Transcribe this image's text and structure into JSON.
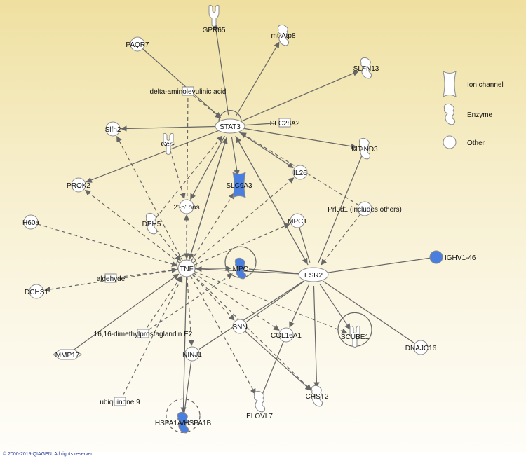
{
  "colors": {
    "edge": "#666666",
    "node_fill": "#ffffff",
    "node_stroke": "#8a8a8a",
    "highlight": "#4a7fe0"
  },
  "nodes": [
    {
      "id": "stat3",
      "label": "STAT3",
      "shape": "ellipse"
    },
    {
      "id": "tnf",
      "label": "TNF",
      "shape": "circle"
    },
    {
      "id": "esr2",
      "label": "ESR2",
      "shape": "ellipse"
    },
    {
      "id": "mpo",
      "label": "MPO",
      "shape": "enzyme",
      "highlight": true
    },
    {
      "id": "slc9a3",
      "label": "SLC9A3",
      "shape": "ionchannel",
      "highlight": true
    },
    {
      "id": "hspa",
      "label": "HSPA1A/HSPA1B",
      "shape": "enzyme",
      "highlight": true
    },
    {
      "id": "ighv",
      "label": "IGHV1-46",
      "shape": "circle",
      "highlight": true
    },
    {
      "id": "gpr65",
      "label": "GPR65",
      "shape": "receptor"
    },
    {
      "id": "mtatp8",
      "label": "mt-Atp8",
      "shape": "enzyme"
    },
    {
      "id": "paqr7",
      "label": "PAQR7",
      "shape": "circle"
    },
    {
      "id": "slfn13",
      "label": "SLFN13",
      "shape": "enzyme"
    },
    {
      "id": "dala",
      "label": "delta-aminolevulinic acid",
      "shape": "rect"
    },
    {
      "id": "slfn2",
      "label": "Slfn2",
      "shape": "circle"
    },
    {
      "id": "ccr2",
      "label": "Ccr2",
      "shape": "receptor"
    },
    {
      "id": "slc28a2",
      "label": "SLC28A2",
      "shape": "rect"
    },
    {
      "id": "mtnd3",
      "label": "MT-ND3",
      "shape": "enzyme"
    },
    {
      "id": "il26",
      "label": "IL26",
      "shape": "circle"
    },
    {
      "id": "prok2",
      "label": "PROK2",
      "shape": "circle"
    },
    {
      "id": "oas",
      "label": "2'-5' oas",
      "shape": "circle"
    },
    {
      "id": "prl3d1",
      "label": "Prl3d1 (includes others)",
      "shape": "circle"
    },
    {
      "id": "h60a",
      "label": "H60a",
      "shape": "circle"
    },
    {
      "id": "dph5",
      "label": "DPH5",
      "shape": "enzyme"
    },
    {
      "id": "mpc1",
      "label": "MPC1",
      "shape": "circle"
    },
    {
      "id": "aldehyde",
      "label": "aldehyde",
      "shape": "rect"
    },
    {
      "id": "dchs1",
      "label": "DCHS1",
      "shape": "circle"
    },
    {
      "id": "dmpge2",
      "label": "16,16-dimethylprostaglandin E2",
      "shape": "rect"
    },
    {
      "id": "snn",
      "label": "SNN",
      "shape": "circle"
    },
    {
      "id": "col16a1",
      "label": "COL16A1",
      "shape": "circle"
    },
    {
      "id": "scube1",
      "label": "SCUBE1",
      "shape": "receptor"
    },
    {
      "id": "dnajc16",
      "label": "DNAJC16",
      "shape": "circle"
    },
    {
      "id": "mmp17",
      "label": "MMP17",
      "shape": "diamond"
    },
    {
      "id": "ninj1",
      "label": "NINJ1",
      "shape": "circle"
    },
    {
      "id": "elovl7",
      "label": "ELOVL7",
      "shape": "enzyme"
    },
    {
      "id": "chst2",
      "label": "CHST2",
      "shape": "enzyme"
    },
    {
      "id": "ubq9",
      "label": "ubiquinone 9",
      "shape": "rect"
    }
  ],
  "edges": [
    {
      "from": "stat3",
      "to": "gpr65",
      "style": "solid",
      "arrow": true
    },
    {
      "from": "stat3",
      "to": "mtatp8",
      "style": "solid",
      "arrow": true
    },
    {
      "from": "stat3",
      "to": "slfn13",
      "style": "solid",
      "arrow": true
    },
    {
      "from": "paqr7",
      "to": "stat3",
      "style": "solid",
      "arrow": true
    },
    {
      "from": "stat3",
      "to": "slfn2",
      "style": "solid",
      "arrow": true
    },
    {
      "from": "stat3",
      "to": "slc28a2",
      "style": "solid",
      "arrow": false
    },
    {
      "from": "stat3",
      "to": "mtnd3",
      "style": "solid",
      "arrow": true
    },
    {
      "from": "stat3",
      "to": "il26",
      "style": "solid",
      "arrow": true
    },
    {
      "from": "stat3",
      "to": "prok2",
      "style": "solid",
      "arrow": true
    },
    {
      "from": "stat3",
      "to": "slc9a3",
      "style": "solid",
      "arrow": true
    },
    {
      "from": "stat3",
      "to": "oas",
      "style": "solid",
      "arrow": true
    },
    {
      "from": "stat3",
      "to": "tnf",
      "style": "solid",
      "arrow": true
    },
    {
      "from": "stat3",
      "to": "esr2",
      "style": "solid",
      "arrow": true
    },
    {
      "from": "stat3",
      "to": "stat3",
      "style": "solid",
      "arrow": true,
      "loop": true
    },
    {
      "from": "dala",
      "to": "stat3",
      "style": "dashed",
      "arrow": true
    },
    {
      "from": "dala",
      "to": "tnf",
      "style": "dashed",
      "arrow": true
    },
    {
      "from": "prl3d1",
      "to": "stat3",
      "style": "dashed",
      "arrow": true
    },
    {
      "from": "esr2",
      "to": "stat3",
      "style": "dashed",
      "arrow": true
    },
    {
      "from": "dph5",
      "to": "stat3",
      "style": "dashed",
      "arrow": true
    },
    {
      "from": "ccr2",
      "to": "oas",
      "style": "dashed",
      "arrow": true
    },
    {
      "from": "tnf",
      "to": "slfn2",
      "style": "dashed",
      "arrow": true
    },
    {
      "from": "tnf",
      "to": "prok2",
      "style": "dashed",
      "arrow": true
    },
    {
      "from": "h60a",
      "to": "tnf",
      "style": "dashed",
      "arrow": true
    },
    {
      "from": "dph5",
      "to": "tnf",
      "style": "dashed",
      "arrow": true
    },
    {
      "from": "tnf",
      "to": "oas",
      "style": "dashed",
      "arrow": true
    },
    {
      "from": "tnf",
      "to": "slc9a3",
      "style": "dashed",
      "arrow": true
    },
    {
      "from": "tnf",
      "to": "il26",
      "style": "dashed",
      "arrow": true
    },
    {
      "from": "tnf",
      "to": "mpc1",
      "style": "dashed",
      "arrow": true
    },
    {
      "from": "tnf",
      "to": "stat3",
      "style": "solid",
      "arrow": true
    },
    {
      "from": "aldehyde",
      "to": "tnf",
      "style": "dashed",
      "arrow": true
    },
    {
      "from": "tnf",
      "to": "dchs1",
      "style": "dashed",
      "arrow": true
    },
    {
      "from": "dmpge2",
      "to": "tnf",
      "style": "dashed",
      "arrow": true
    },
    {
      "from": "mmp17",
      "to": "tnf",
      "style": "solid",
      "arrow": true
    },
    {
      "from": "tnf",
      "to": "ninj1",
      "style": "dashed",
      "arrow": true
    },
    {
      "from": "tnf",
      "to": "snn",
      "style": "dashed",
      "arrow": true
    },
    {
      "from": "tnf",
      "to": "col16a1",
      "style": "dashed",
      "arrow": true
    },
    {
      "from": "tnf",
      "to": "scube1",
      "style": "dashed",
      "arrow": true
    },
    {
      "from": "tnf",
      "to": "elovl7",
      "style": "dashed",
      "arrow": true
    },
    {
      "from": "tnf",
      "to": "chst2",
      "style": "dashed",
      "arrow": true
    },
    {
      "from": "tnf",
      "to": "hspa",
      "style": "solid",
      "arrow": true
    },
    {
      "from": "tnf",
      "to": "mpo",
      "style": "solid",
      "arrow": true
    },
    {
      "from": "ubq9",
      "to": "tnf",
      "style": "dashed",
      "arrow": true
    },
    {
      "from": "dmpge2",
      "to": "mpo",
      "style": "dashed",
      "arrow": true
    },
    {
      "from": "esr2",
      "to": "tnf",
      "style": "solid",
      "arrow": true
    },
    {
      "from": "ighv",
      "to": "esr2",
      "style": "solid",
      "arrow": false
    },
    {
      "from": "esr2",
      "to": "col16a1",
      "style": "solid",
      "arrow": true
    },
    {
      "from": "esr2",
      "to": "snn",
      "style": "solid",
      "arrow": false
    },
    {
      "from": "esr2",
      "to": "ninj1",
      "style": "solid",
      "arrow": false
    },
    {
      "from": "esr2",
      "to": "scube1",
      "style": "solid",
      "arrow": true
    },
    {
      "from": "esr2",
      "to": "dnajc16",
      "style": "solid",
      "arrow": false
    },
    {
      "from": "esr2",
      "to": "chst2",
      "style": "solid",
      "arrow": true
    },
    {
      "from": "mtnd3",
      "to": "esr2",
      "style": "solid",
      "arrow": false
    },
    {
      "from": "prl3d1",
      "to": "esr2",
      "style": "dashed",
      "arrow": true
    },
    {
      "from": "mpc1",
      "to": "esr2",
      "style": "solid",
      "arrow": false
    },
    {
      "from": "mpo",
      "to": "esr2",
      "style": "solid",
      "arrow": false
    },
    {
      "from": "col16a1",
      "to": "elovl7",
      "style": "solid",
      "arrow": false
    },
    {
      "from": "snn",
      "to": "chst2",
      "style": "solid",
      "arrow": true
    },
    {
      "from": "ninj1",
      "to": "hspa",
      "style": "solid",
      "arrow": false
    },
    {
      "from": "mpo",
      "to": "mpo",
      "style": "solid",
      "arrow": true,
      "loop": true
    },
    {
      "from": "scube1",
      "to": "scube1",
      "style": "solid",
      "arrow": true,
      "loop": true
    },
    {
      "from": "hspa",
      "to": "hspa",
      "style": "dashed",
      "arrow": true,
      "loop": true
    },
    {
      "from": "tnf",
      "to": "tnf",
      "style": "solid",
      "arrow": true,
      "loop": true
    }
  ],
  "legend": {
    "items": [
      {
        "icon": "ionchannel",
        "label": "Ion channel"
      },
      {
        "icon": "enzyme",
        "label": "Enzyme"
      },
      {
        "icon": "circle",
        "label": "Other"
      }
    ]
  },
  "copyright": "© 2000-2019 QIAGEN. All rights reserved."
}
